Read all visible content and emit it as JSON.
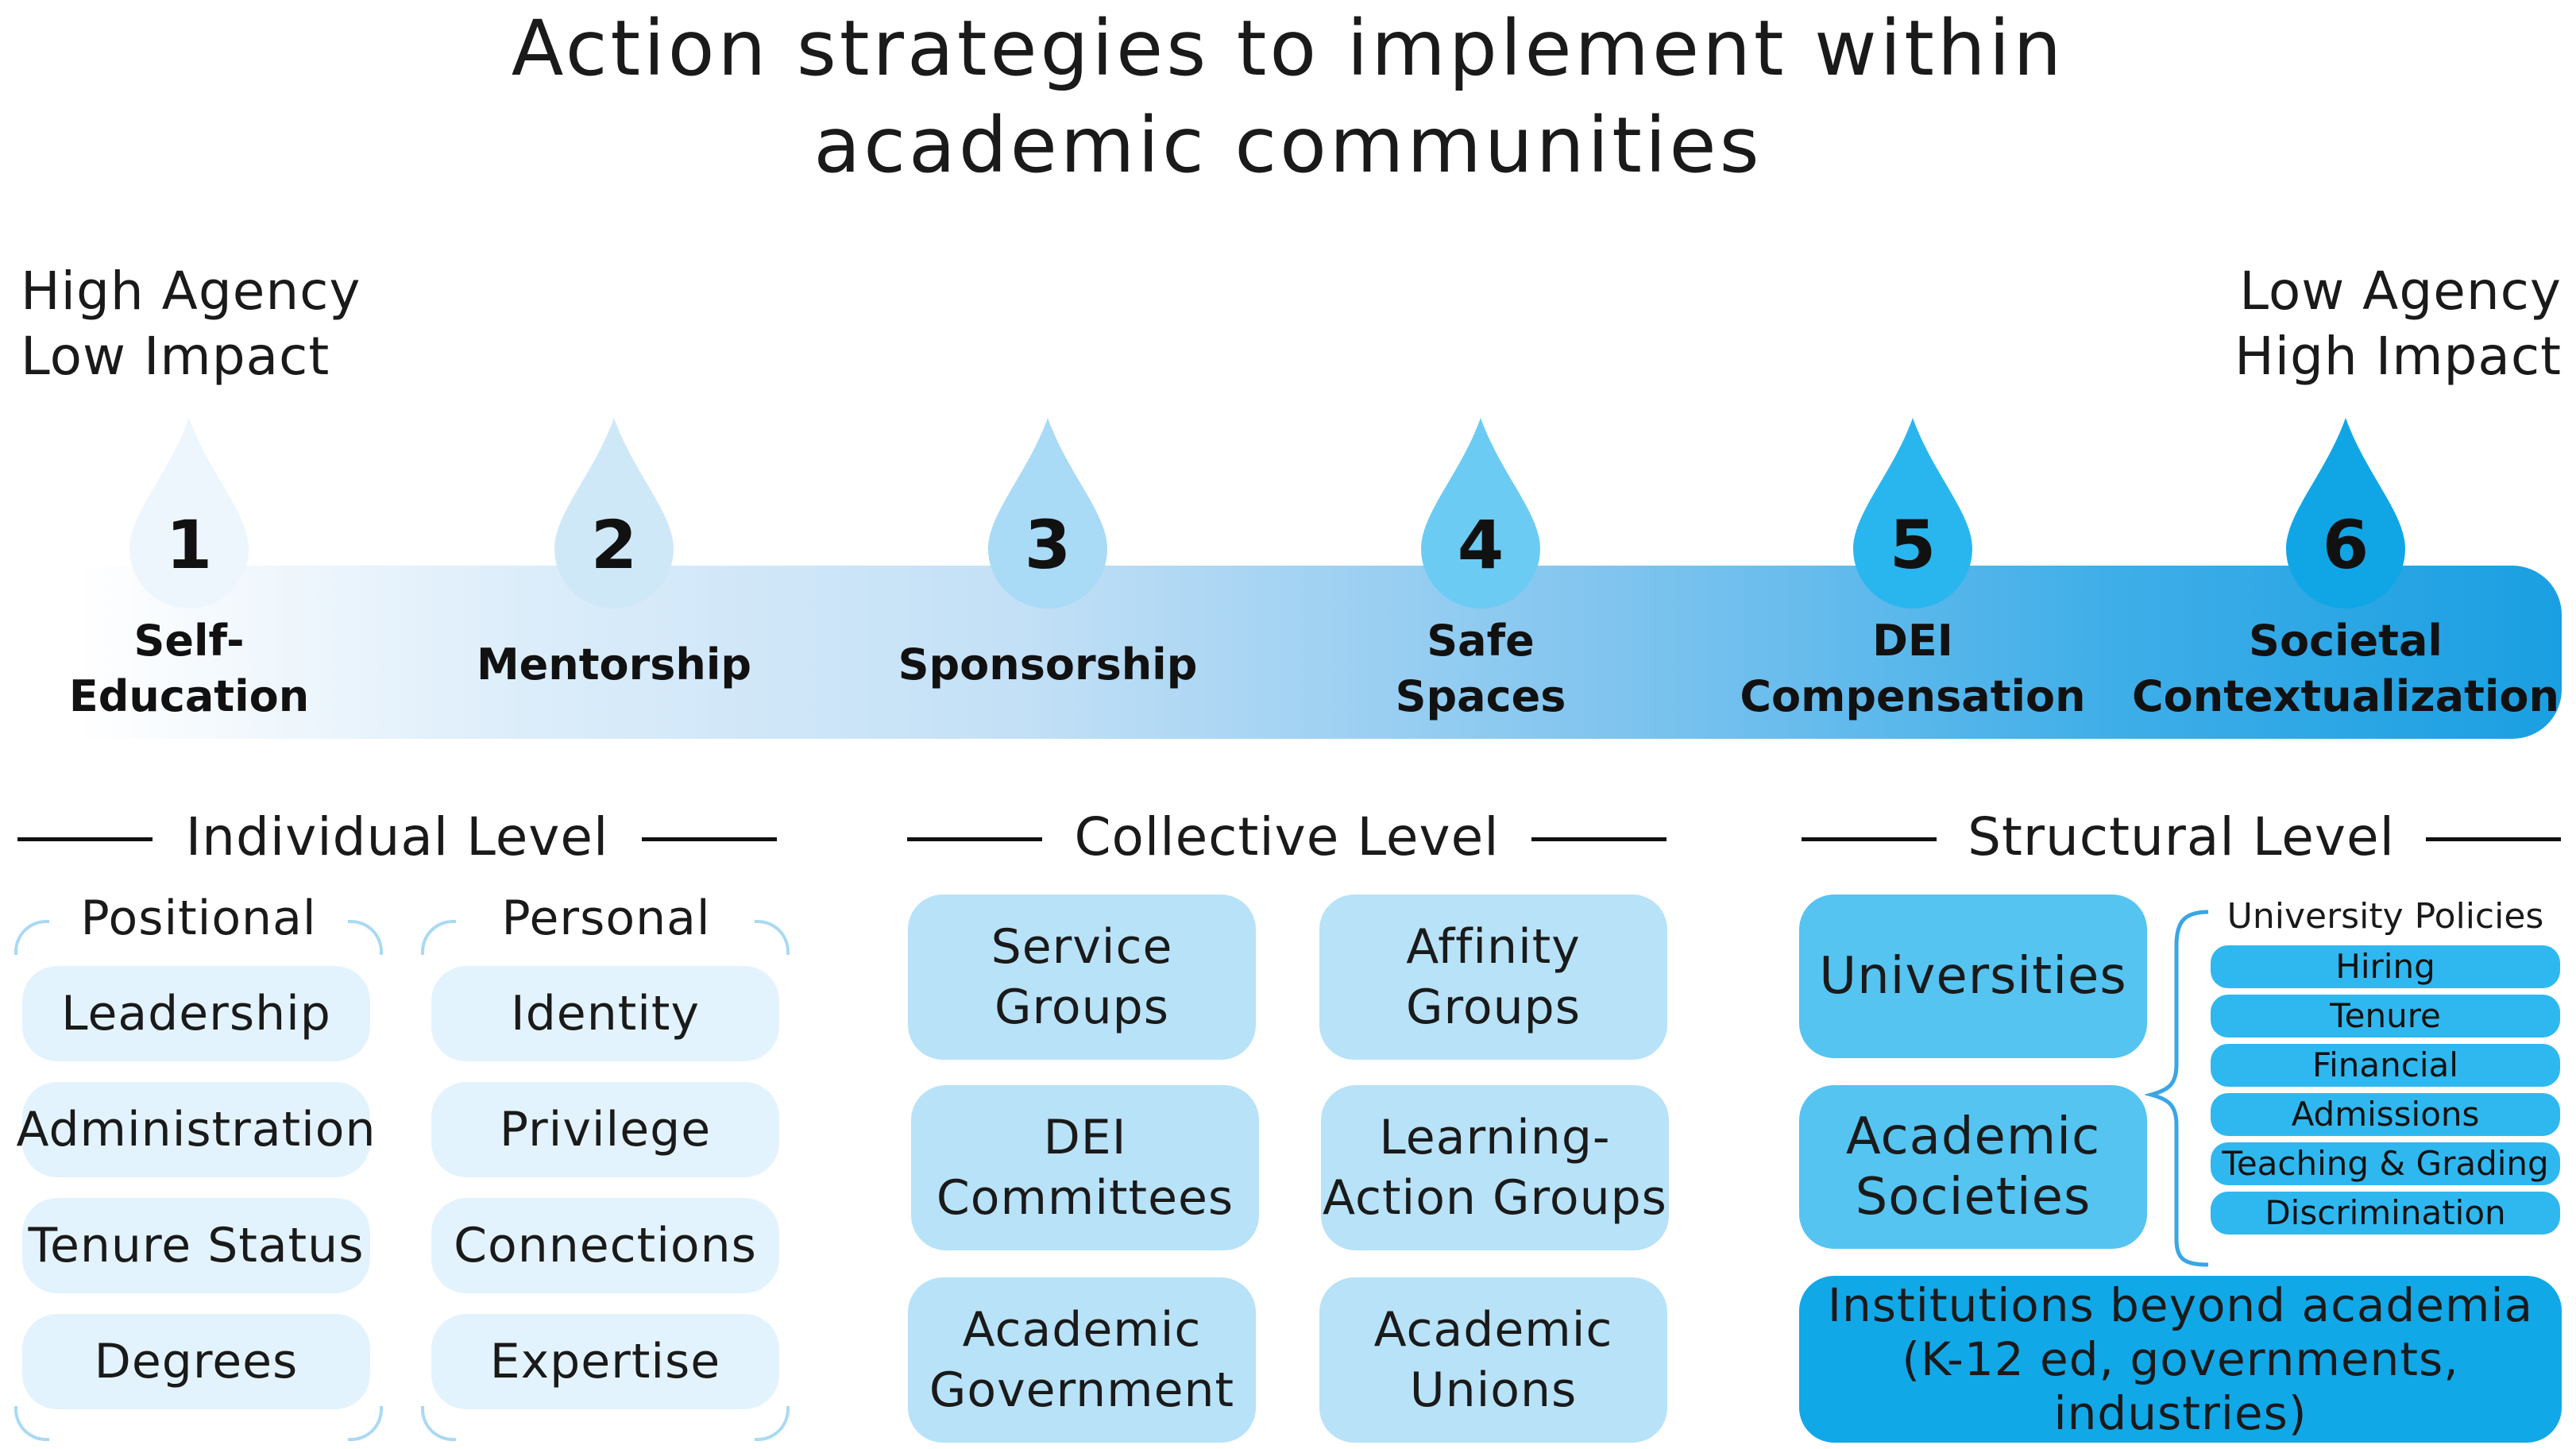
{
  "title": {
    "line1": "Action strategies to implement within",
    "line2": "academic communities"
  },
  "left_label": {
    "line1": "High Agency",
    "line2": "Low Impact"
  },
  "right_label": {
    "line1": "Low Agency",
    "line2": "High Impact"
  },
  "stages": [
    {
      "number": "1",
      "line1": "Self-",
      "line2": "Education",
      "color": "#eef6fd"
    },
    {
      "number": "2",
      "line1": "Mentorship",
      "line2": "",
      "color": "#cfe8f8"
    },
    {
      "number": "3",
      "line1": "Sponsorship",
      "line2": "",
      "color": "#a9daf6"
    },
    {
      "number": "4",
      "line1": "Safe",
      "line2": "Spaces",
      "color": "#6ccbf2"
    },
    {
      "number": "5",
      "line1": "DEI",
      "line2": "Compensation",
      "color": "#29b6ee"
    },
    {
      "number": "6",
      "line1": "Societal",
      "line2": "Contextualization",
      "color": "#10a6e6"
    }
  ],
  "levels": {
    "individual": {
      "title": "Individual Level",
      "positional": {
        "title": "Positional",
        "items": [
          "Leadership",
          "Administration",
          "Tenure Status",
          "Degrees"
        ]
      },
      "personal": {
        "title": "Personal",
        "items": [
          "Identity",
          "Privilege",
          "Connections",
          "Expertise"
        ]
      }
    },
    "collective": {
      "title": "Collective Level",
      "items": [
        {
          "line1": "Service",
          "line2": "Groups"
        },
        {
          "line1": "Affinity",
          "line2": "Groups"
        },
        {
          "line1": "DEI",
          "line2": "Committees"
        },
        {
          "line1": "Learning-",
          "line2": "Action Groups"
        },
        {
          "line1": "Academic",
          "line2": "Government"
        },
        {
          "line1": "Academic",
          "line2": "Unions"
        }
      ]
    },
    "structural": {
      "title": "Structural Level",
      "universities": "Universities",
      "societies": {
        "line1": "Academic",
        "line2": "Societies"
      },
      "policies_title": "University Policies",
      "policies": [
        "Hiring",
        "Tenure",
        "Financial",
        "Admissions",
        "Teaching & Grading",
        "Discrimination"
      ],
      "beyond": {
        "line1": "Institutions beyond academia",
        "line2": "(K-12 ed, governments, industries)"
      }
    }
  }
}
